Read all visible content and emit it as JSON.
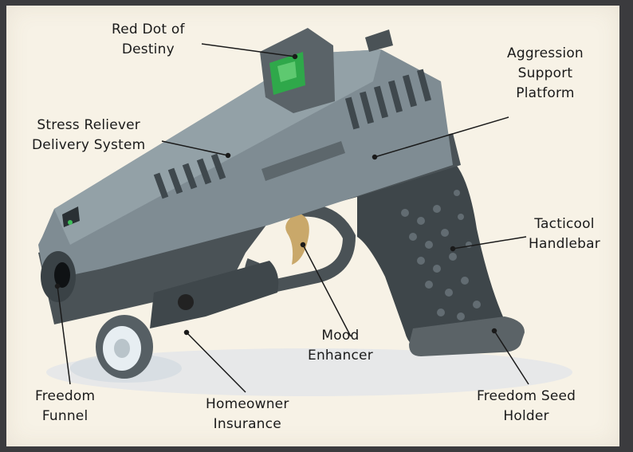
{
  "labels": {
    "red_dot": [
      "Red Dot of",
      "Destiny"
    ],
    "aggression": [
      "Aggression",
      "Support",
      "Platform"
    ],
    "stress": [
      "Stress Reliever",
      "Delivery System"
    ],
    "tacticool": [
      "Tacticool",
      "Handlebar"
    ],
    "mood": [
      "Mood",
      "Enhancer"
    ],
    "freedom_funnel": [
      "Freedom",
      "Funnel"
    ],
    "homeowner": [
      "Homeowner",
      "Insurance"
    ],
    "seed": [
      "Freedom Seed",
      "Holder"
    ]
  },
  "colors": {
    "slide": "#7f8c93",
    "frame": "#4a5256",
    "grip": "#3e464a",
    "optic_lens": "#2fa84a",
    "trigger": "#c9a86a",
    "paper": "#f7f2e6"
  }
}
